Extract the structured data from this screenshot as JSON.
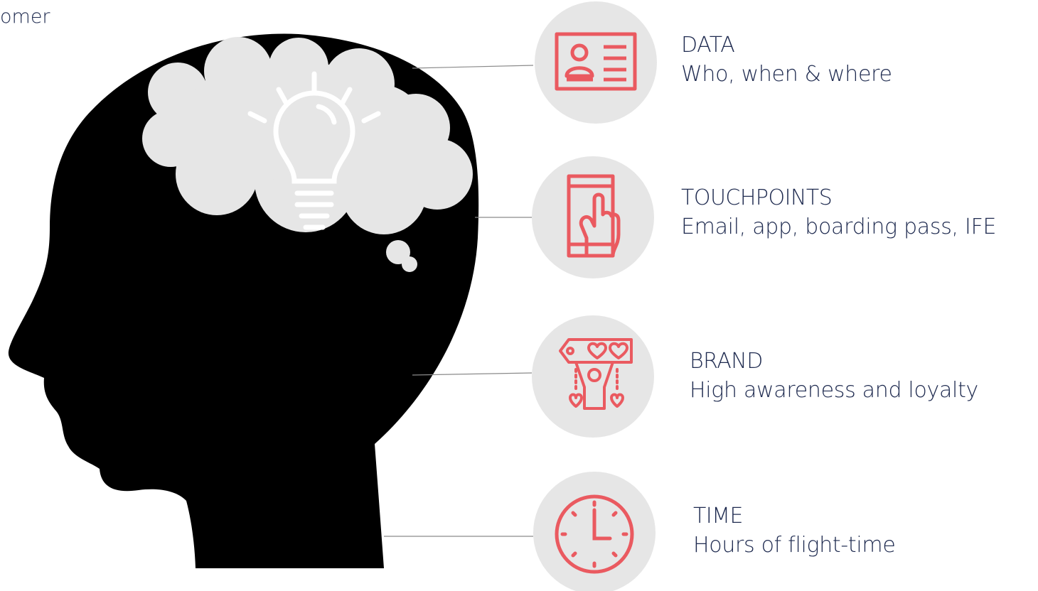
{
  "top_label": "omer",
  "colors": {
    "accent": "#ea5a60",
    "circle": "#e6e6e6",
    "head": "#000000",
    "cloud": "#e6e6e6",
    "text": "#1e2a4f",
    "connector": "#8a8a8a"
  },
  "items": [
    {
      "icon": "id-card-icon",
      "title": "DATA",
      "description": "Who, when & where"
    },
    {
      "icon": "phone-touch-icon",
      "title": "TOUCHPOINTS",
      "description": "Email, app, boarding pass, IFE"
    },
    {
      "icon": "brand-tag-icon",
      "title": "BRAND",
      "description": "High awareness and loyalty"
    },
    {
      "icon": "clock-icon",
      "title": "TIME",
      "description": "Hours of flight-time"
    }
  ]
}
